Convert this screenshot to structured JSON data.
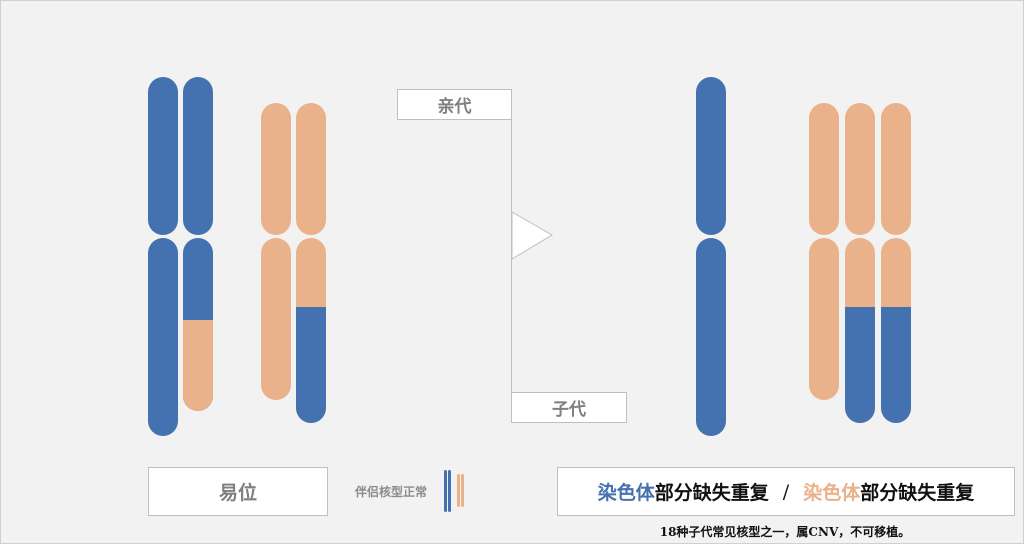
{
  "labels": {
    "parent": "亲代",
    "child": "子代",
    "translocation": "易位",
    "partner_normal": "伴侣核型正常"
  },
  "result": {
    "part1_colored": "染色体",
    "part1_rest": "部分缺失重复",
    "separator": "/",
    "part2_colored": "染色体",
    "part2_rest": "部分缺失重复"
  },
  "caption": "18种子代常见核型之一，属CNV，不可移植。",
  "colors": {
    "blue": "#4472b0",
    "orange": "#eab28a"
  }
}
